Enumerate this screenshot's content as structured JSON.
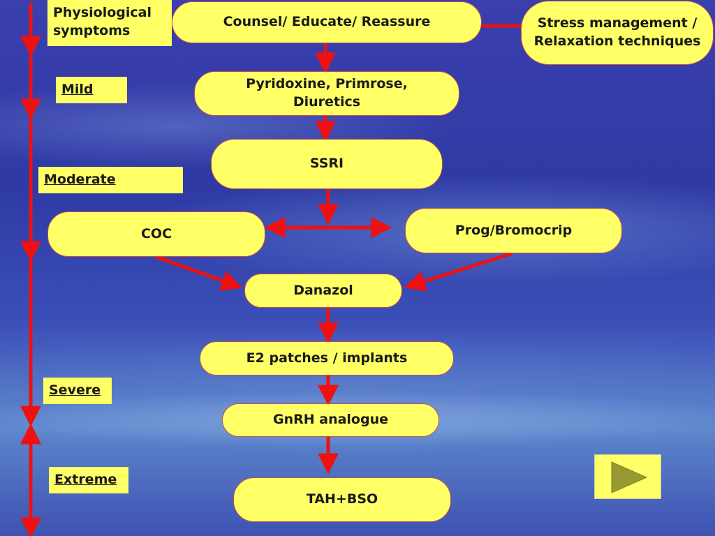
{
  "labels": {
    "physiological": "Physiological symptoms",
    "mild": "Mild",
    "moderate": "Moderate",
    "severe": "Severe",
    "extreme": "Extreme"
  },
  "nodes": {
    "counsel": "Counsel/ Educate/ Reassure",
    "stress": "Stress management / Relaxation techniques",
    "pyridoxine": "Pyridoxine, Primrose, Diuretics",
    "ssri": "SSRI",
    "coc": "COC",
    "prog": "Prog/Bromocrip",
    "danazol": "Danazol",
    "e2": "E2  patches / implants",
    "gnrh": "GnRH analogue",
    "tah": "TAH+BSO"
  },
  "colors": {
    "node_fill": "#ffff66",
    "arrow": "#ee1111",
    "play_icon": "#999933"
  },
  "icons": {
    "next": "play-triangle-icon"
  }
}
